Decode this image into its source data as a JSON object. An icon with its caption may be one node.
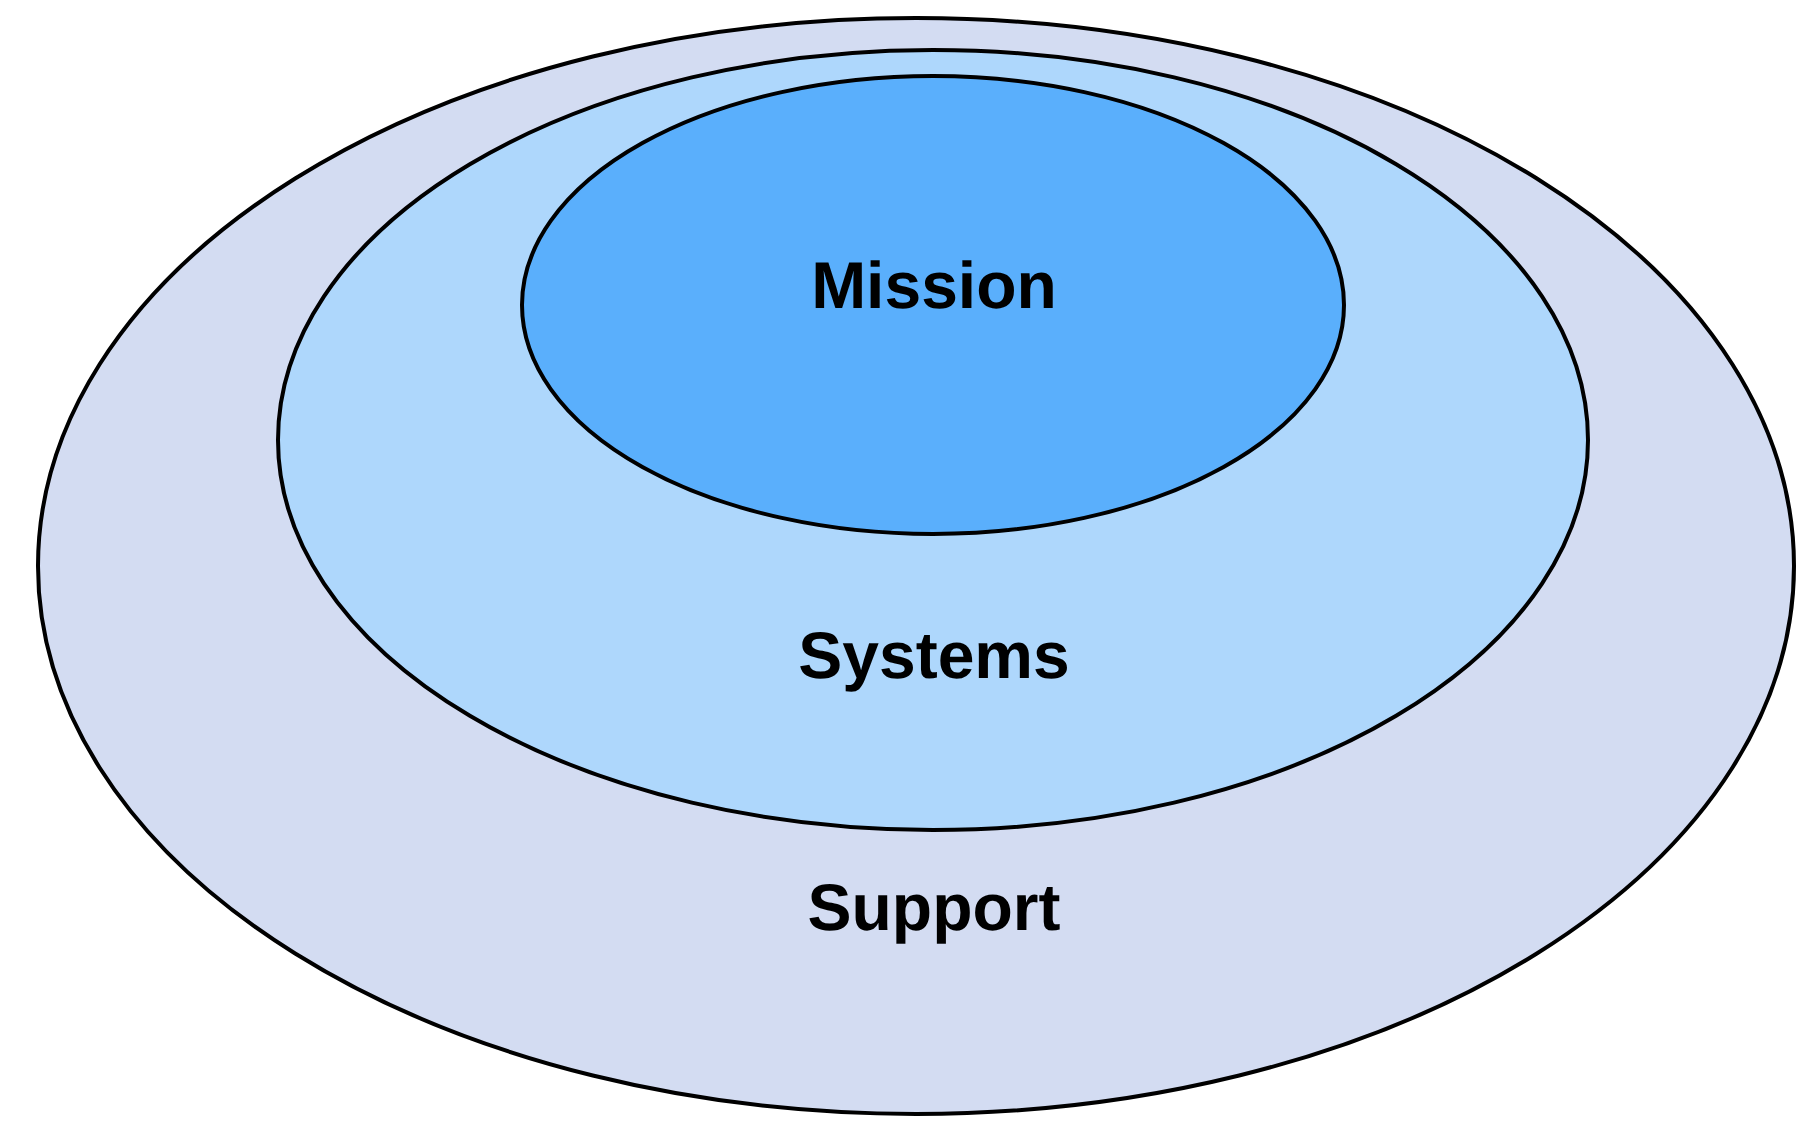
{
  "diagram": {
    "nodes": [
      {
        "text": [
          "Support"
        ]
      },
      {
        "text": [
          "Systems"
        ],
        "in": 0
      },
      {
        "text": [
          "Mission"
        ],
        "in": 1
      }
    ]
  }
}
